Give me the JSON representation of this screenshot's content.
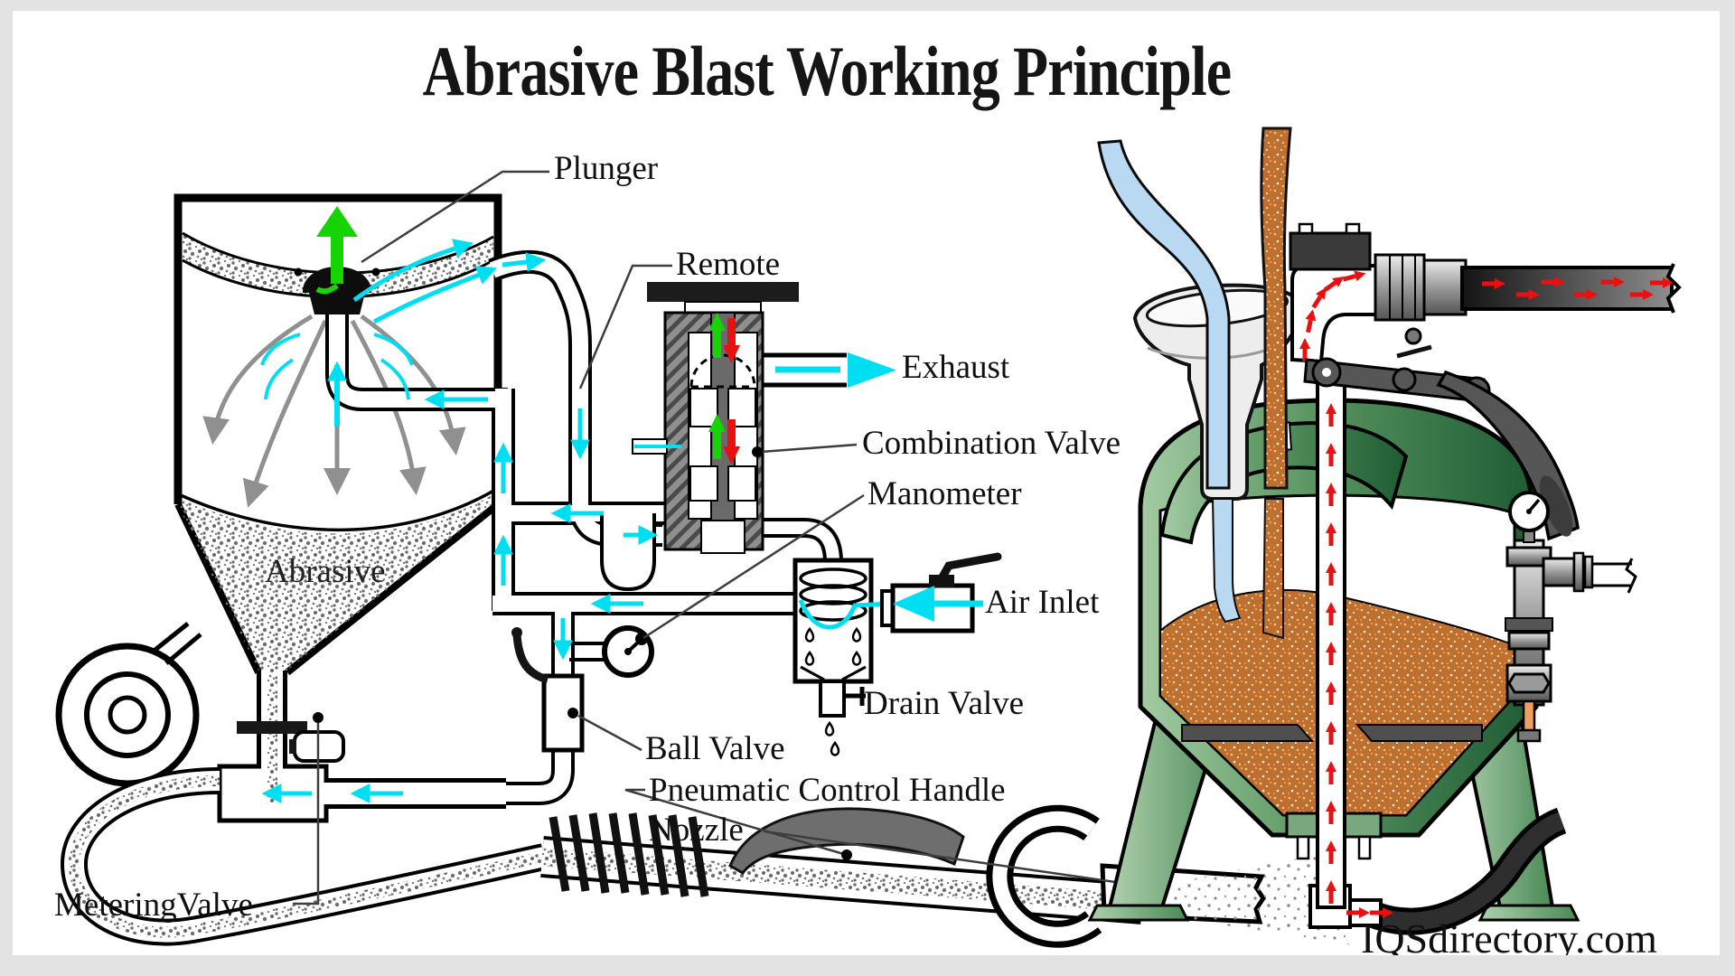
{
  "title": "Abrasive Blast Working Principle",
  "watermark": "IQSdirectory.com",
  "labels": {
    "plunger": "Plunger",
    "remote": "Remote",
    "exhaust": "Exhaust",
    "combination_valve": "Combination Valve",
    "manometer": "Manometer",
    "air_inlet": "Air Inlet",
    "drain_valve": "Drain Valve",
    "ball_valve": "Ball Valve",
    "pneumatic_control_handle": "Pneumatic Control Handle",
    "nozzle": "Nozzle",
    "metering_valve": "MeteringValve",
    "abrasive": "Abrasive"
  },
  "colors": {
    "air_flow": "#00dff2",
    "valve_open_arrow": "#16d400",
    "valve_closed_arrow": "#e81010",
    "abrasive_brown": "#c0702c",
    "pot_green": "#3f7d4e",
    "metal_gray": "#6e6e6e"
  }
}
